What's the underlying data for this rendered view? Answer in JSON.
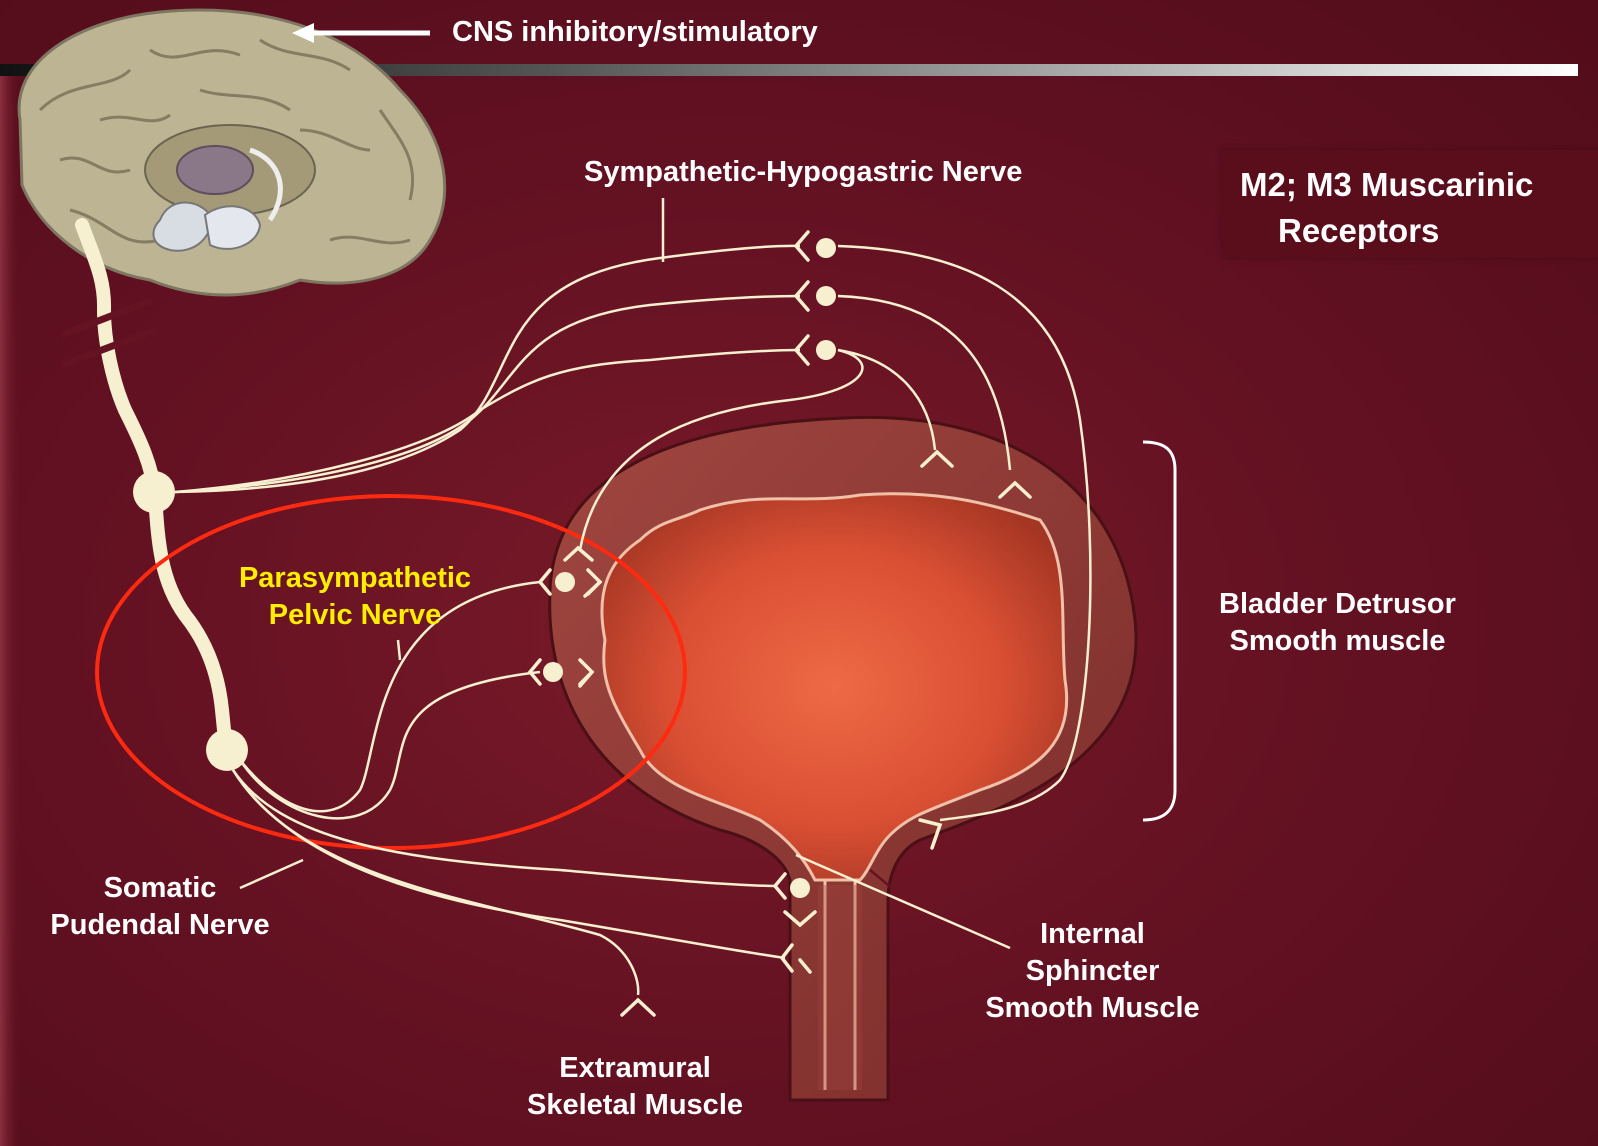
{
  "labels": {
    "cns": "CNS inhibitory/stimulatory",
    "sympathetic": "Sympathetic-Hypogastric Nerve",
    "parasympathetic_line1": "Parasympathetic",
    "parasympathetic_line2": "Pelvic Nerve",
    "somatic_line1": "Somatic",
    "somatic_line2": "Pudendal Nerve",
    "bladder_line1": "Bladder Detrusor",
    "bladder_line2": "Smooth muscle",
    "internal_line1": "Internal",
    "internal_line2": "Sphincter",
    "internal_line3": "Smooth Muscle",
    "extramural_line1": "Extramural",
    "extramural_line2": "Skeletal Muscle"
  },
  "receptor_box": {
    "line1": "M2; M3  Muscarinic",
    "line2": "Receptors"
  },
  "colors": {
    "background": "#651223",
    "nerve": "#f6f0d0",
    "highlight_ellipse": "#ff2a10",
    "parasympathetic_text": "#ffee00",
    "bladder_wall": "#8e3a36",
    "bladder_lumen": "#e05a3c"
  },
  "icons": [
    "brain-illustration",
    "bladder-illustration",
    "synapse-receptor-icon"
  ]
}
